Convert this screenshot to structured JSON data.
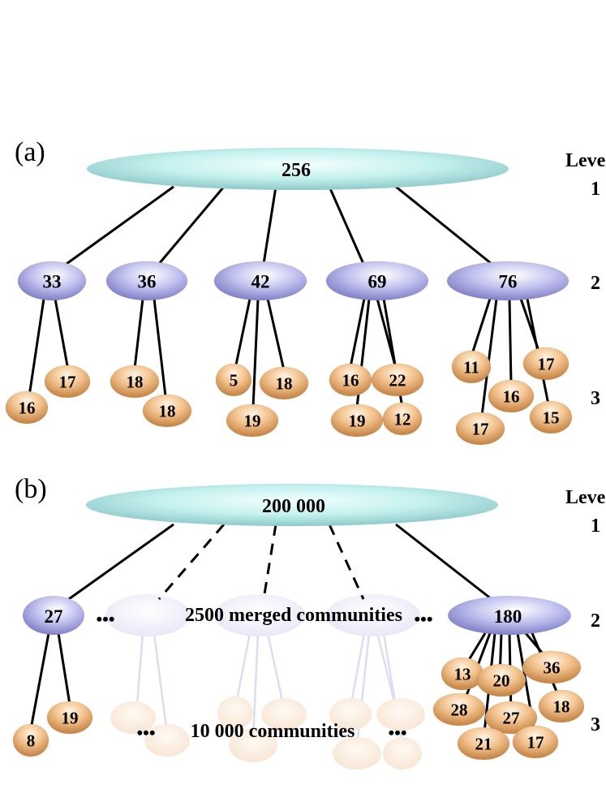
{
  "panels": {
    "a": {
      "label": "(a)",
      "level_title": "Leve",
      "level_numbers": [
        "1",
        "2",
        "3"
      ],
      "root": "256",
      "level2": [
        "33",
        "36",
        "42",
        "69",
        "76"
      ],
      "level3": [
        "16",
        "17",
        "18",
        "18",
        "5",
        "19",
        "18",
        "16",
        "19",
        "22",
        "12",
        "11",
        "17",
        "16",
        "17",
        "15"
      ]
    },
    "b": {
      "label": "(b)",
      "level_title": "Leve",
      "level_numbers": [
        "1",
        "2",
        "3"
      ],
      "root": "200 000",
      "level2_left": "27",
      "level2_right": "180",
      "merged_text": "2500 merged communities",
      "communities_text": "10 000 communities",
      "dots_left": "•••",
      "dots_right": "•••",
      "dots3_left": "•••",
      "dots3_right": "•••",
      "left_children": [
        "8",
        "19"
      ],
      "right_children": [
        "13",
        "20",
        "36",
        "28",
        "27",
        "18",
        "21",
        "17"
      ]
    }
  },
  "colors": {
    "root": "#bff0ee",
    "level2": "#b8b8ee",
    "level3": "#f2c08a",
    "ghost": "#eeeefa",
    "ghost3": "#fbece0"
  }
}
